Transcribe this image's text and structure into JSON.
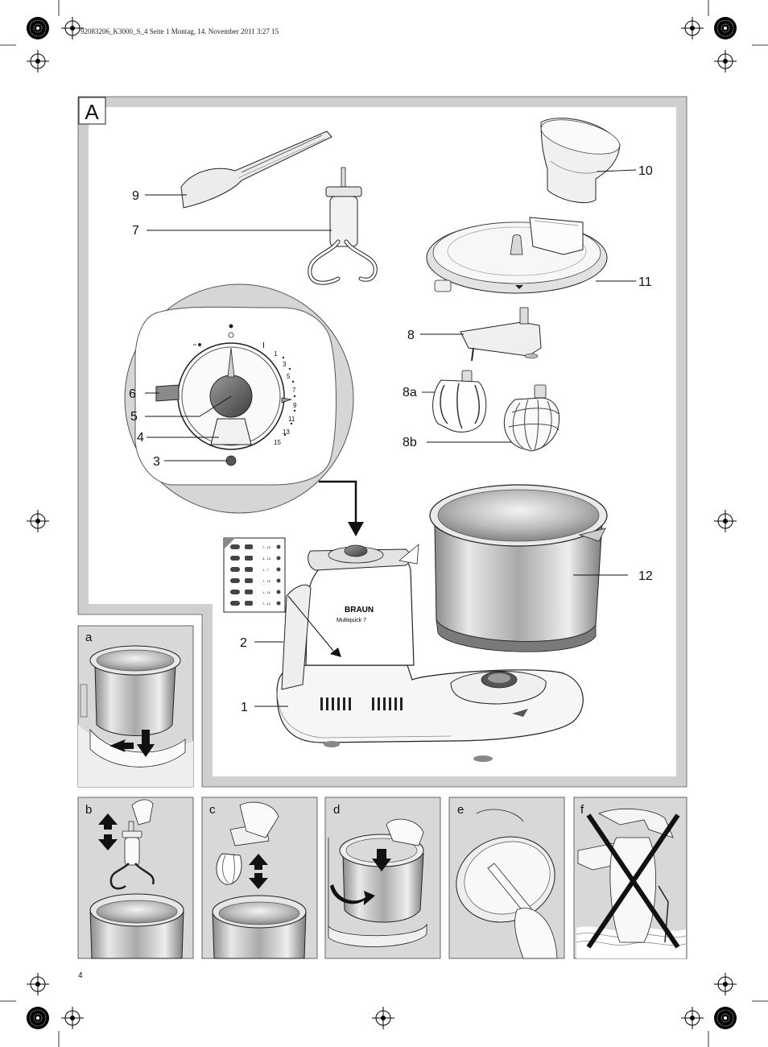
{
  "header": {
    "print_info": "92083206_K3000_S_4  Seite 1  Montag, 14. November 2011  3:27 15"
  },
  "page_number": "4",
  "figure_A": {
    "title": "A",
    "callouts": [
      "1",
      "2",
      "3",
      "4",
      "5",
      "6",
      "7",
      "8",
      "8a",
      "8b",
      "9",
      "10",
      "11",
      "12"
    ],
    "dial_numbers": [
      "1",
      "3",
      "5",
      "7",
      "9",
      "11",
      "13",
      "15"
    ],
    "dial_marks": [
      "I"
    ],
    "brand": "BRAUN",
    "model": "Multiquick 7",
    "speed_chart": [
      "7...15",
      "5...15",
      "1...7",
      "7...15",
      "1...15",
      "7...15"
    ]
  },
  "panels": [
    "a",
    "b",
    "c",
    "d",
    "e",
    "f"
  ]
}
